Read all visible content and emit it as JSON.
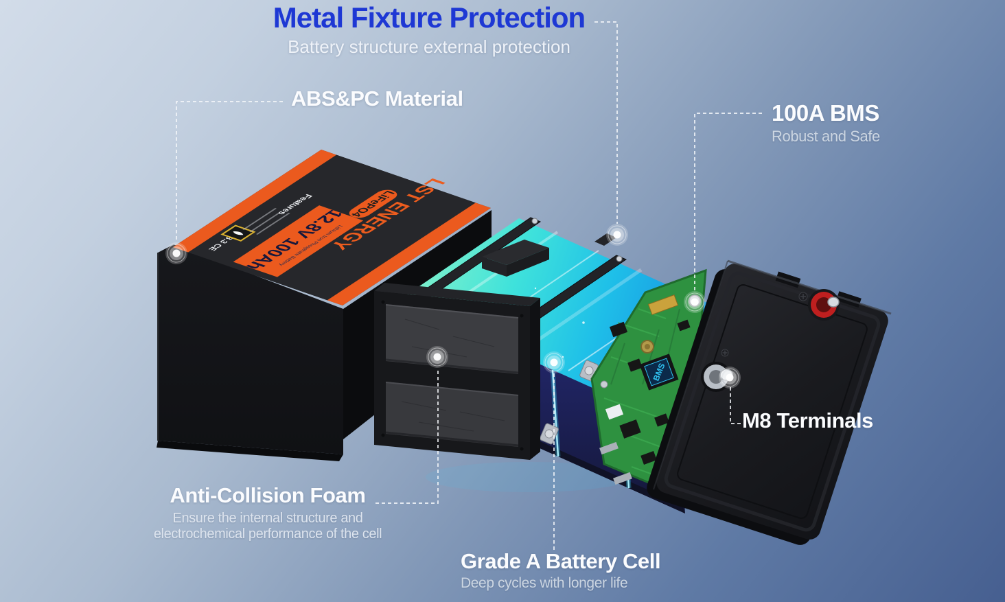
{
  "callouts": {
    "metal_fixture": {
      "title": "Metal Fixture Protection",
      "subtitle": "Battery structure external protection"
    },
    "abs": {
      "title": "ABS&PC Material"
    },
    "bms": {
      "title": "100A BMS",
      "subtitle": "Robust and Safe"
    },
    "m8": {
      "title": "M8 Terminals"
    },
    "foam": {
      "title": "Anti-Collision Foam",
      "subtitle_lines": [
        "Ensure the internal structure and",
        "electrochemical performance of the cell"
      ]
    },
    "cell": {
      "title": "Grade A Battery Cell",
      "subtitle": "Deep cycles with longer life"
    }
  },
  "product_label": {
    "brand": "LST ENERGY",
    "chemistry": "LiFePO4",
    "spec": "12.8V 100Ah",
    "spec_small": "Lithium Iron Phosphate Battery",
    "features_heading": "Features",
    "certs": "UN38.3  CE",
    "bms_chip": "BMS"
  },
  "colors": {
    "title_blue": "#1e38d4",
    "label_orange": "#eb5a1e",
    "cell_cyan": "#35dcff",
    "pcb_green": "#2e9140",
    "terminal_red": "#bf1f1f"
  }
}
